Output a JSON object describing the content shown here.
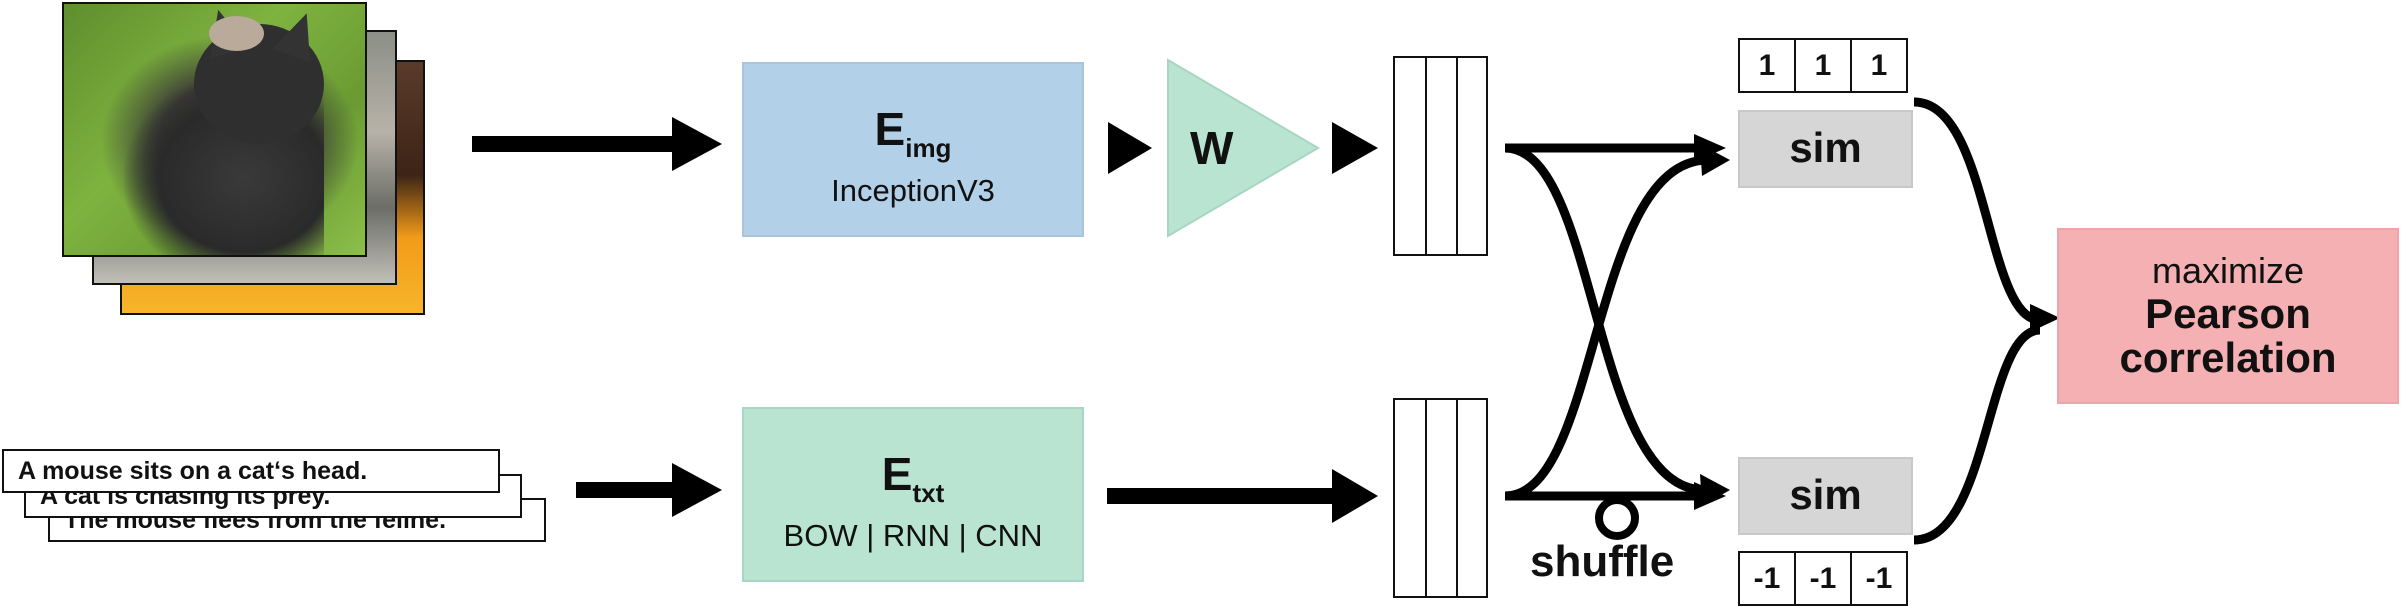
{
  "captions": [
    "A mouse sits on a cat‘s head.",
    "A cat is chasing its prey.",
    "The mouse flees from the feline."
  ],
  "image_encoder": {
    "letter": "E",
    "subscript": "img",
    "model": "InceptionV3"
  },
  "text_encoder": {
    "letter": "E",
    "subscript": "txt",
    "model": "BOW | RNN | CNN"
  },
  "projection": {
    "label": "W"
  },
  "similarity": {
    "top": "sim",
    "bottom": "sim"
  },
  "labels_positive": [
    "1",
    "1",
    "1"
  ],
  "labels_negative": [
    "-1",
    "-1",
    "-1"
  ],
  "shuffle": "shuffle",
  "objective": {
    "line1": "maximize",
    "line2": "Pearson",
    "line3": "correlation"
  },
  "colors": {
    "image_encoder": "#b2d0e8",
    "text_encoder": "#b9e4d2",
    "projection": "#b9e4d2",
    "similarity": "#d6d6d6",
    "objective": "#f4b0b3"
  }
}
